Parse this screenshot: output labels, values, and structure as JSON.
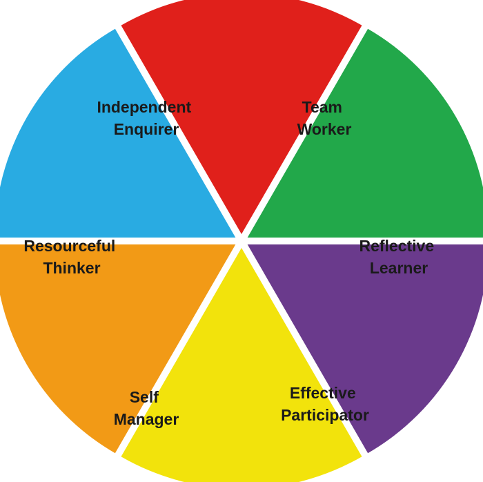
{
  "wheel": {
    "segments": [
      {
        "key": "team-worker",
        "lines": [
          "Team",
          "Worker"
        ],
        "color": "#29ABE2"
      },
      {
        "key": "reflective-learner",
        "lines": [
          "Reflective",
          "Learner"
        ],
        "color": "#E0201B"
      },
      {
        "key": "effective-participator",
        "lines": [
          "Effective",
          "Participator"
        ],
        "color": "#22A84A"
      },
      {
        "key": "self-manager",
        "lines": [
          "Self",
          "Manager"
        ],
        "color": "#6A3A8C"
      },
      {
        "key": "resourceful-thinker",
        "lines": [
          "Resourceful",
          "Thinker"
        ],
        "color": "#F2E30C"
      },
      {
        "key": "independent-enquirer",
        "lines": [
          "Independent",
          "Enquirer"
        ],
        "color": "#F29A16"
      }
    ]
  }
}
